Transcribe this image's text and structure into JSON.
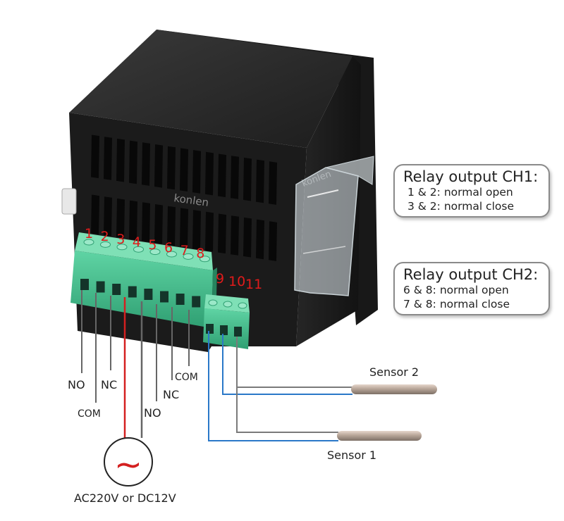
{
  "device": {
    "brand_top": "konlen",
    "brand_side": "konlen"
  },
  "terminals": {
    "block_a": [
      "1",
      "2",
      "3",
      "4",
      "5",
      "6",
      "7",
      "8"
    ],
    "block_b": [
      "9",
      "10",
      "11"
    ],
    "number_color": "#e01b1b",
    "body_color": "#3fbf8c"
  },
  "wire_labels": {
    "no_1": "NO",
    "com_1": "COM",
    "nc_1": "NC",
    "no_2": "NO",
    "nc_2": "NC",
    "com_2": "COM"
  },
  "power": {
    "symbol": "~",
    "label": "AC220V or DC12V",
    "wire_color": "#d42020"
  },
  "sensors": {
    "sensor_2": "Sensor 2",
    "sensor_1": "Sensor 1",
    "wire_blue": "#2a78c8",
    "wire_gray": "#7a7a7a"
  },
  "callouts": {
    "ch1": {
      "title": "Relay output CH1:",
      "line1": "1 & 2: normal open",
      "line2": "3 & 2: normal close"
    },
    "ch2": {
      "title": "Relay output CH2:",
      "line1": "6 & 8: normal open",
      "line2": "7 & 8: normal close"
    }
  }
}
